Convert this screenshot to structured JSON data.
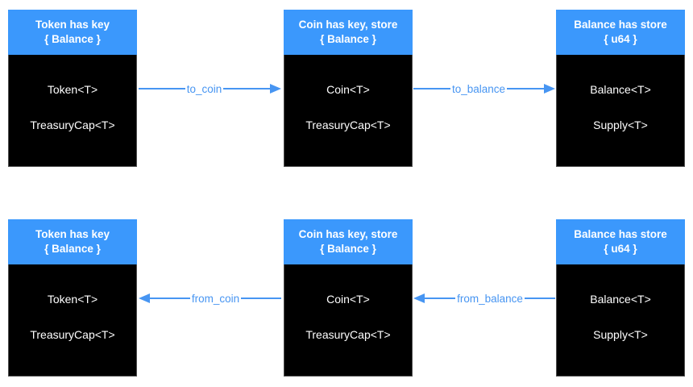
{
  "colors": {
    "header_blue": "#3b98fc",
    "arrow_blue": "#4795f2",
    "box_black": "#000000",
    "text_white": "#ffffff",
    "background": "#ffffff"
  },
  "rows": [
    {
      "boxes": [
        {
          "header_line1": "Token has key",
          "header_line2": "{ Balance }",
          "body_line1": "Token<T>",
          "body_line2": "TreasuryCap<T>"
        },
        {
          "header_line1": "Coin has key, store",
          "header_line2": "{ Balance }",
          "body_line1": "Coin<T>",
          "body_line2": "TreasuryCap<T>"
        },
        {
          "header_line1": "Balance has store",
          "header_line2": "{ u64 }",
          "body_line1": "Balance<T>",
          "body_line2": "Supply<T>"
        }
      ],
      "arrows": [
        {
          "label": "to_coin",
          "direction": "right"
        },
        {
          "label": "to_balance",
          "direction": "right"
        }
      ]
    },
    {
      "boxes": [
        {
          "header_line1": "Token has key",
          "header_line2": "{ Balance }",
          "body_line1": "Token<T>",
          "body_line2": "TreasuryCap<T>"
        },
        {
          "header_line1": "Coin has key, store",
          "header_line2": "{ Balance }",
          "body_line1": "Coin<T>",
          "body_line2": "TreasuryCap<T>"
        },
        {
          "header_line1": "Balance has store",
          "header_line2": "{ u64 }",
          "body_line1": "Balance<T>",
          "body_line2": "Supply<T>"
        }
      ],
      "arrows": [
        {
          "label": "from_coin",
          "direction": "left"
        },
        {
          "label": "from_balance",
          "direction": "left"
        }
      ]
    }
  ]
}
